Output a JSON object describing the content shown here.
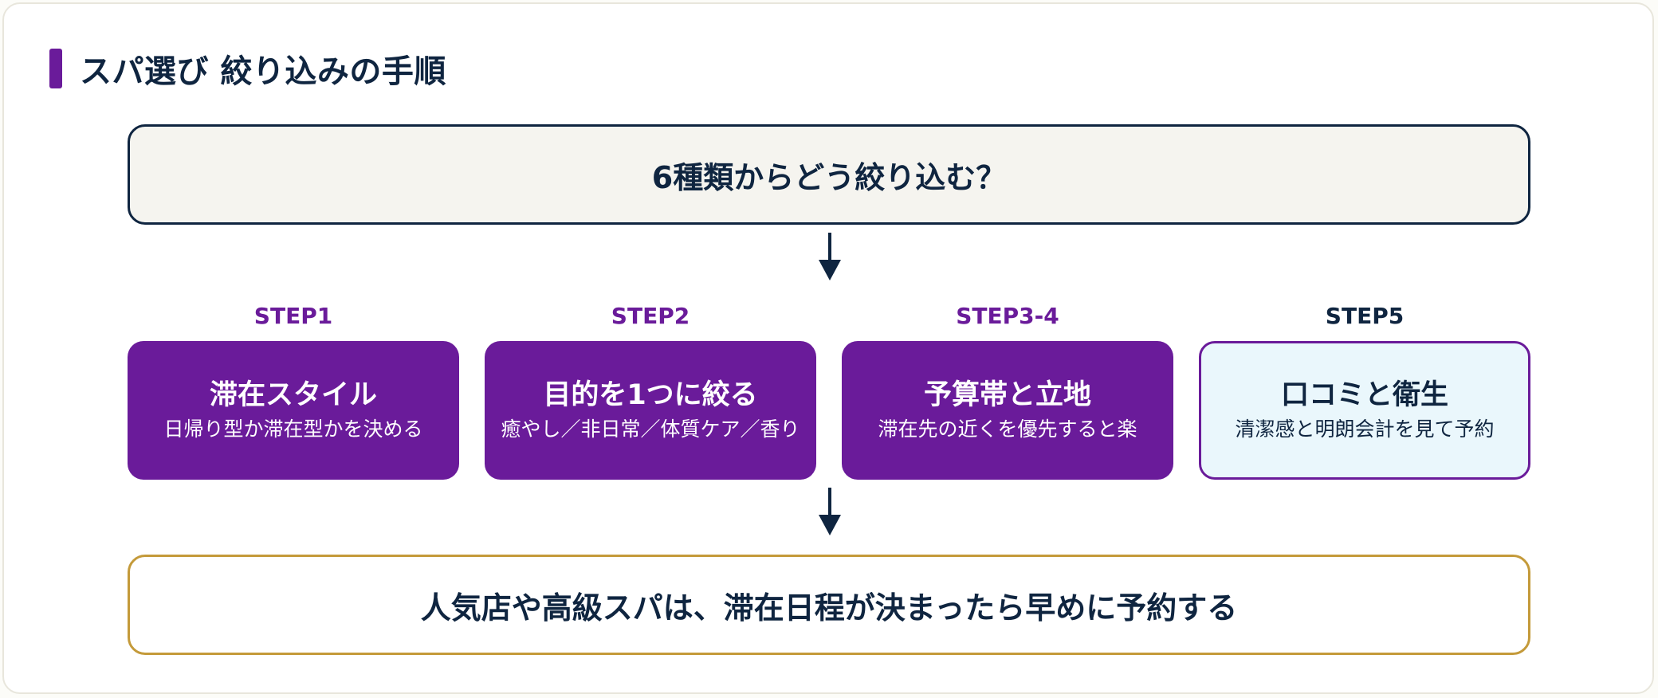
{
  "title": "スパ選び 絞り込みの手順",
  "question": "6種類からどう絞り込む？",
  "steps": [
    {
      "label": "STEP1",
      "title": "滞在スタイル",
      "desc": "日帰り型か滞在型かを決める"
    },
    {
      "label": "STEP2",
      "title": "目的を1つに絞る",
      "desc": "癒やし／非日常／体質ケア／香り"
    },
    {
      "label": "STEP3-4",
      "title": "予算帯と立地",
      "desc": "滞在先の近くを優先すると楽"
    },
    {
      "label": "STEP5",
      "title": "口コミと衛生",
      "desc": "清潔感と明朗会計を見て予約"
    }
  ],
  "conclusion": "人気店や高級スパは、滞在日程が決まったら早めに予約する",
  "colors": {
    "accent": "#6a1b9a",
    "navy": "#0f2540",
    "gold": "#c49a3a",
    "light_step_bg": "#eaf7fc",
    "question_bg": "#f5f4ef"
  },
  "icons": [
    "title-accent-bar",
    "down-arrow-icon"
  ]
}
